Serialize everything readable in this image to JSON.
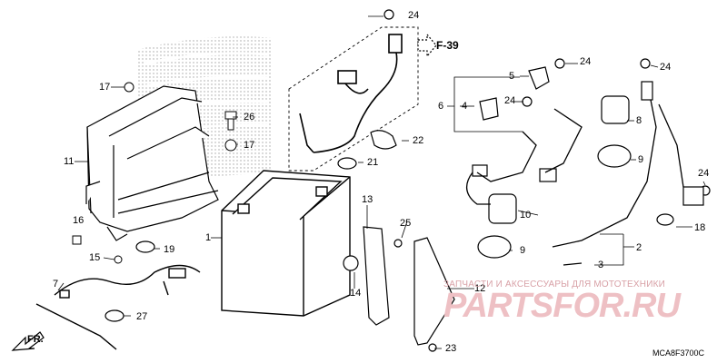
{
  "callouts": {
    "c1": "1",
    "c2": "2",
    "c3": "3",
    "c4": "4",
    "c5": "5",
    "c6": "6",
    "c7": "7",
    "c8": "8",
    "c9": "9",
    "c10": "10",
    "c11": "11",
    "c12": "12",
    "c13": "13",
    "c14": "14",
    "c15": "15",
    "c16": "16",
    "c17": "17",
    "c18": "18",
    "c19": "19",
    "c21": "21",
    "c22": "22",
    "c23": "23",
    "c24": "24",
    "c25": "25",
    "c26": "26",
    "c27": "27"
  },
  "reference": "F-39",
  "front_label": "FR.",
  "watermark": {
    "tagline": "ЗАПЧАСТИ И АКСЕССУАРЫ ДЛЯ МОТОТЕХНИКИ",
    "brand": "PARTSFOR.RU",
    "color": "#eec0c4"
  },
  "diagram_code": "MCA8F3700C"
}
